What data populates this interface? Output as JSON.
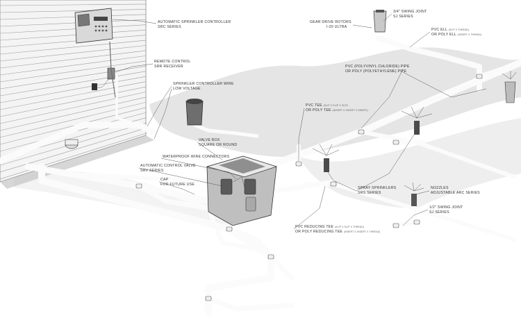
{
  "labels": {
    "controller": {
      "line1": "AUTOMATIC SPRINKLER CONTROLLER",
      "line2": "SRC SERIES"
    },
    "remote": {
      "line1": "REMOTE CONTROL",
      "line2": "SRR RECEIVER"
    },
    "wire": {
      "line1": "SPRINKLER CONTROLLER WIRE",
      "line2": "LOW VOLTAGE"
    },
    "valve_box": {
      "line1": "VALVE BOX",
      "line2": "SQUARE OR ROUND"
    },
    "connectors": {
      "line1": "WATERPROOF WIRE CONNECTORS"
    },
    "valve": {
      "line1": "AUTOMATIC CONTROL VALVE",
      "line2": "SRV SERIES"
    },
    "cap": {
      "line1": "CAP",
      "line2": "FOR FUTURE USE"
    },
    "gear_rotors": {
      "line1": "GEAR DRIVE ROTORS",
      "line2": "I-20 ULTRA"
    },
    "swing_joint_34": {
      "line1": "3/4\" SWING JOINT",
      "line2": "SJ SERIES"
    },
    "pvc_ell": {
      "line1": "PVC ELL",
      "line1_note": "(SLIP X THREAD)",
      "line2": "OR POLY ELL",
      "line2_note": "(INSERT X THREAD)"
    },
    "pipe": {
      "line1": "PVC (POLYVINYL CHLORIDE) PIPE",
      "line2": "OR POLY (POLYETHYLENE) PIPE"
    },
    "pvc_tee": {
      "line1": "PVC TEE",
      "line1_note": "(SLIP X SLIP X SLIP)",
      "line2": "OR POLY TEE",
      "line2_note": "(INSERT X INSERT X INSERT)"
    },
    "spray": {
      "line1": "SPRAY SPRINKLERS",
      "line2": "SRS SERIES"
    },
    "nozzles": {
      "line1": "NOZZLES",
      "line2": "ADJUSTABLE ARC SERIES"
    },
    "swing_joint_12": {
      "line1": "1/2\" SWING JOINT",
      "line2": "SJ SERIES"
    },
    "reducing_tee": {
      "line1": "PVC REDUCING TEE",
      "line1_note": "(SLIP X SLIP X THREAD)",
      "line2": "OR POLY REDUCING TEE",
      "line2_note": "(INSERT X INSERT X THREAD)"
    }
  },
  "colors": {
    "ink": "#333333",
    "pipe_outline": "#6b6b6b",
    "pipe_fill": "#fbfbfb",
    "ground_shade": "#cfcfcf"
  }
}
